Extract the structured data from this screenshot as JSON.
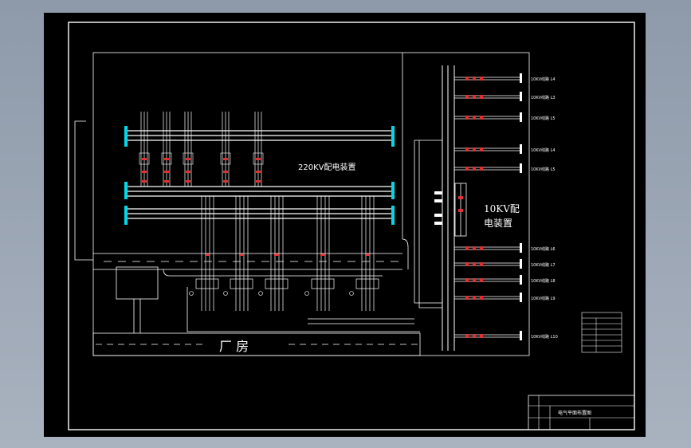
{
  "colors": {
    "background": "#9aa5b3",
    "sheet": "#000000",
    "line": "#ffffff",
    "busbar": "#00d8e8",
    "breaker": "#e03030"
  },
  "labels": {
    "title_220": "220KV配电装置",
    "title_10_line1": "10KV配",
    "title_10_line2": "电装置",
    "factory": "厂 房",
    "feeders_top": [
      {
        "name": "10KV线路",
        "code": "L4"
      },
      {
        "name": "10KV线路",
        "code": "L3"
      },
      {
        "name": "10KV线路",
        "code": "L5"
      },
      {
        "name": "10KV线路",
        "code": "L4"
      },
      {
        "name": "10KV线路",
        "code": "L5"
      }
    ],
    "feeders_bottom": [
      {
        "name": "10KV线路",
        "code": "L6"
      },
      {
        "name": "10KV线路",
        "code": "L7"
      },
      {
        "name": "10KV线路",
        "code": "L8"
      },
      {
        "name": "10KV线路",
        "code": "L9"
      },
      {
        "name": "10KV线路",
        "code": "L10"
      }
    ],
    "title_block": "电气平面布置图"
  }
}
